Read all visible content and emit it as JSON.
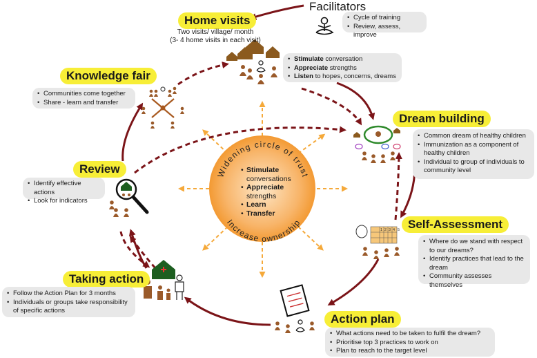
{
  "facilitators": {
    "title": "Facilitators",
    "items": [
      "Cycle of training",
      "Review, assess, improve"
    ]
  },
  "home_visits": {
    "title": "Home visits",
    "subtitle_line1": "Two visits/ village/ month",
    "subtitle_line2": "(3- 4 home visits in each visit)",
    "items": [
      {
        "bold": "Stimulate",
        "rest": " conversation"
      },
      {
        "bold": "Appreciate",
        "rest": " strengths"
      },
      {
        "bold": "Listen",
        "rest": " to hopes, concerns, dreams"
      }
    ]
  },
  "dream_building": {
    "title": "Dream building",
    "items": [
      "Common dream of healthy children",
      "Immunization as a component of healthy children",
      "Individual to group of individuals to community level"
    ]
  },
  "self_assessment": {
    "title": "Self-Assessment",
    "items": [
      "Where do we stand with respect to our dreams?",
      "Identify practices that lead to the dream",
      "Community assesses themselves"
    ],
    "chart_cols": [
      "1",
      "2",
      "3",
      "4",
      "5"
    ]
  },
  "action_plan": {
    "title": "Action plan",
    "items": [
      "What actions need to be taken to fulfil the dream?",
      "Prioritise top 3 practices to work on",
      "Plan to reach to the target level"
    ]
  },
  "taking_action": {
    "title": "Taking action",
    "items": [
      "Follow the Action Plan for 3 months",
      "Individuals or groups take responsibility of specific actions"
    ]
  },
  "review": {
    "title": "Review",
    "items": [
      "Identify effective actions",
      "Look for indicators"
    ]
  },
  "knowledge_fair": {
    "title": "Knowledge fair",
    "items": [
      "Communities come together",
      "Share - learn and transfer"
    ]
  },
  "center": {
    "arc_top": "Widening circle of trust",
    "arc_bottom": "Increase ownership",
    "items": [
      {
        "bold": "Stimulate",
        "rest": "conversations"
      },
      {
        "bold": "Appreciate",
        "rest": "strengths"
      },
      {
        "bold": "Learn",
        "rest": ""
      },
      {
        "bold": "Transfer",
        "rest": ""
      }
    ]
  },
  "colors": {
    "arrow": "#7b1418",
    "label_bg": "#f7ee37",
    "box_bg": "#e8e8e8",
    "center_ray": "#f5a93a",
    "house": "#8b5a1e",
    "people": "#9a5a2a",
    "green_house": "#1d5e20"
  }
}
